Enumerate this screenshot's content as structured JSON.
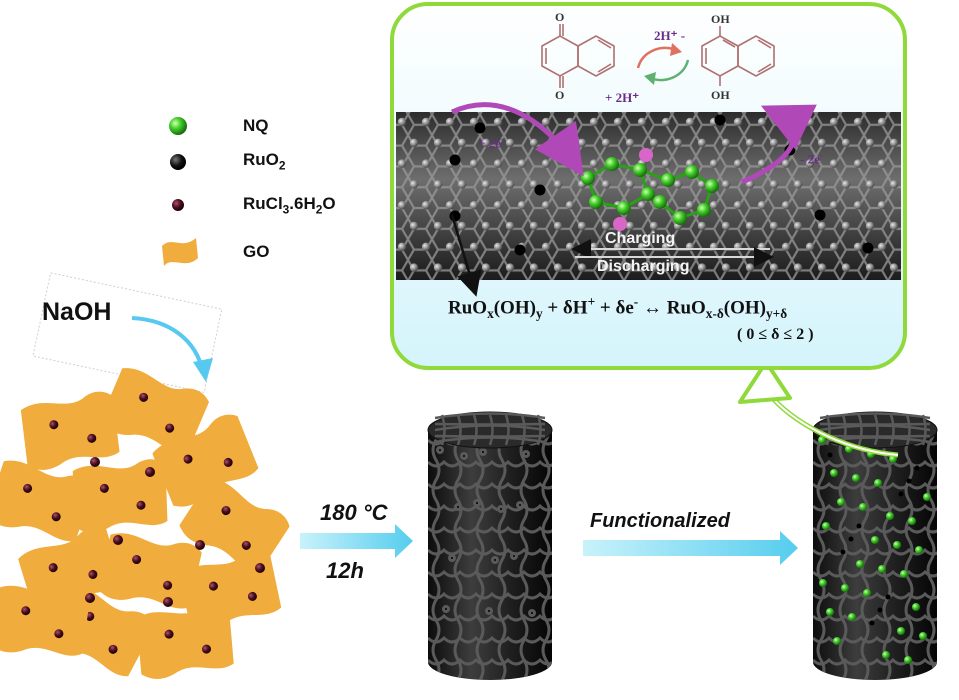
{
  "legend": {
    "items": [
      {
        "label_html": "NQ",
        "symbol": "green-sphere"
      },
      {
        "label_html": "RuO<sub>2</sub>",
        "symbol": "black-sphere"
      },
      {
        "label_html": "RuCl<sub>3</sub>.6H<sub>2</sub>O",
        "symbol": "maroon-sphere"
      },
      {
        "label_html": "GO",
        "symbol": "orange-sheet"
      }
    ]
  },
  "reagent": {
    "label": "NaOH"
  },
  "conditions": {
    "temperature": "180 °C",
    "time": "12h"
  },
  "step2": {
    "label": "Functionalized"
  },
  "inset": {
    "reaction": {
      "top_label": "2H⁺ -",
      "bottom_label": "+ 2H⁺"
    },
    "electrons": {
      "left_html": "+ 2e<sup>-</sup>",
      "right_html": "- 2e<sup>-</sup>"
    },
    "oh_top": "OH",
    "oh_bottom": "OH",
    "o_top": "O",
    "o_bottom": "O",
    "charging": "Charging",
    "discharging": "Discharging",
    "equation_html": "RuO<sub>x</sub>(OH)<sub>y</sub> + δH<sup>+</sup> + δe<sup>-</sup> ↔ RuO<sub>x-δ</sub>(OH)<sub>y+δ</sub>",
    "range": "( 0 ≤ δ ≤ 2 )"
  },
  "colors": {
    "go_sheet": "#f0ac3c",
    "nq_green": "#3ccf2a",
    "ru_maroon": "#4a1020",
    "graphene_grey": "#808080",
    "frame_green": "#8fd93a",
    "arrow_cyan": "#6fd7f0",
    "cylinder": "#222222"
  }
}
